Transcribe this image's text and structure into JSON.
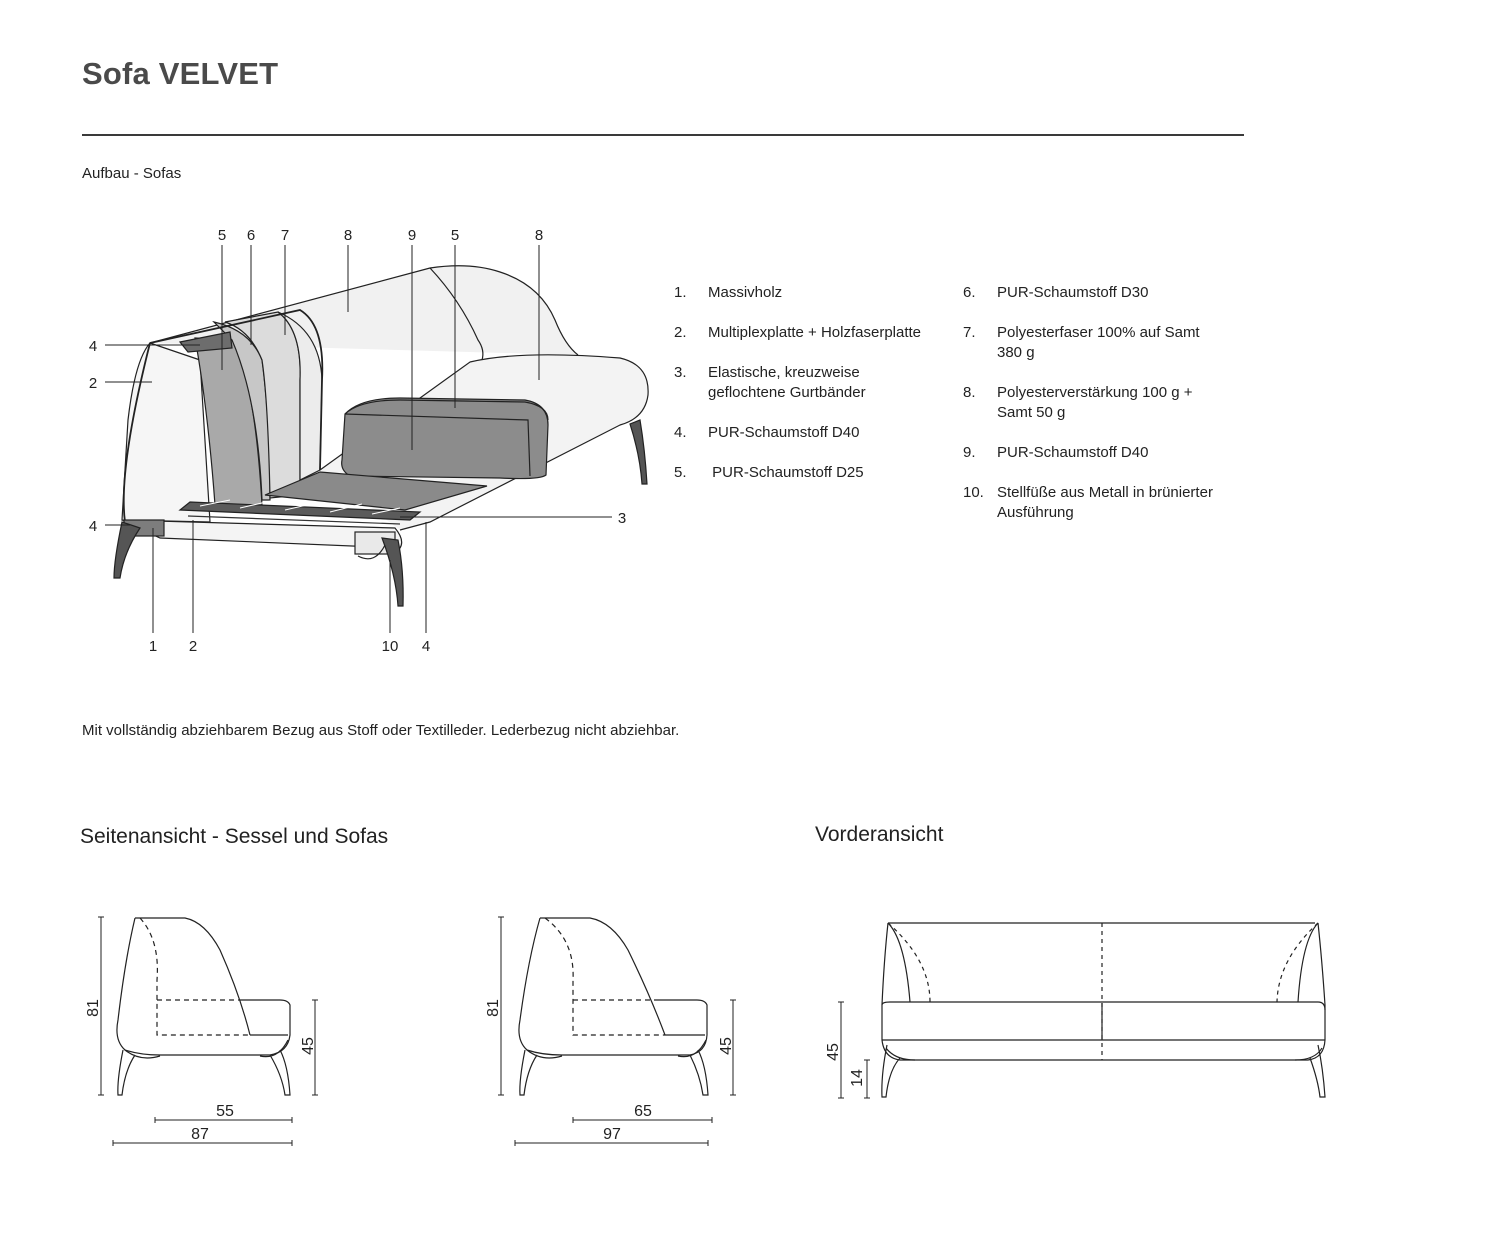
{
  "header": {
    "title": "Sofa VELVET",
    "subtitle": "Aufbau - Sofas"
  },
  "callouts": {
    "top": [
      "5",
      "6",
      "7",
      "8",
      "9",
      "5",
      "8"
    ],
    "left": [
      "4",
      "2",
      "4"
    ],
    "right": "3",
    "bottom": [
      "1",
      "2",
      "10",
      "4"
    ]
  },
  "legend": {
    "left": [
      {
        "num": "1.",
        "text": "Massivholz"
      },
      {
        "num": "2.",
        "text": "Multiplexplatte + Holzfaserplatte"
      },
      {
        "num": "3.",
        "text": "Elastische, kreuzweise geflochtene Gurtbänder"
      },
      {
        "num": "4.",
        "text": "PUR-Schaumstoff D40"
      },
      {
        "num": "5.",
        "text": " PUR-Schaumstoff D25"
      }
    ],
    "right": [
      {
        "num": "6.",
        "text": "PUR-Schaumstoff D30"
      },
      {
        "num": "7.",
        "text": "Polyesterfaser 100% auf Samt 380 g"
      },
      {
        "num": "8.",
        "text": "Polyesterverstärkung 100 g + Samt 50 g"
      },
      {
        "num": "9.",
        "text": "PUR-Schaumstoff D40"
      },
      {
        "num": "10.",
        "text": "Stellfüße aus Metall in brünierter Ausführung"
      }
    ]
  },
  "note": "Mit vollständig abziehbarem Bezug aus Stoff oder Textilleder. Lederbezug nicht abziehbar.",
  "side_view": {
    "title": "Seitenansicht - Sessel und Sofas",
    "chair1": {
      "height": "81",
      "seat_height": "45",
      "seat_depth": "55",
      "depth": "87"
    },
    "chair2": {
      "height": "81",
      "seat_height": "45",
      "seat_depth": "65",
      "depth": "97"
    }
  },
  "front_view": {
    "title": "Vorderansicht",
    "seat_height": "45",
    "leg_height": "14"
  }
}
